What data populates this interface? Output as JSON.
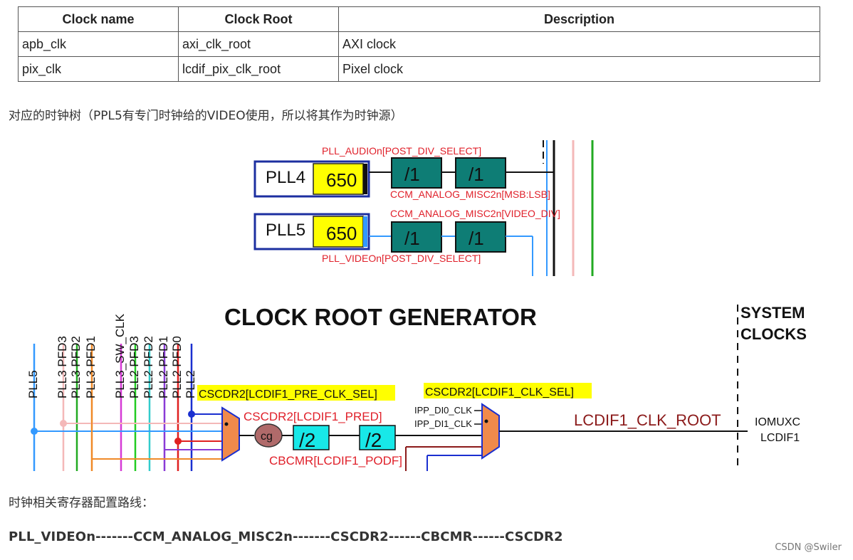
{
  "table": {
    "headers": [
      "Clock name",
      "Clock Root",
      "Description"
    ],
    "rows": [
      [
        "apb_clk",
        "axi_clk_root",
        "AXI clock"
      ],
      [
        "pix_clk",
        "lcdif_pix_clk_root",
        "Pixel clock"
      ]
    ]
  },
  "caption_tree": "对应的时钟树（PPL5有专门时钟给的VIDEO使用，所以将其作为时钟源）",
  "pll_diagram": {
    "pll4": {
      "name": "PLL4",
      "freq": "650"
    },
    "pll5": {
      "name": "PLL5",
      "freq": "650"
    },
    "div_label": "/1",
    "audio_select": "PLL_AUDIOn[POST_DIV_SELECT]",
    "misc2_msb": "CCM_ANALOG_MISC2n[MSB:LSB]",
    "misc2_video": "CCM_ANALOG_MISC2n[VIDEO_DIV]",
    "video_select": "PLL_VIDEOn[POST_DIV_SELECT]"
  },
  "root_diagram": {
    "title": "CLOCK ROOT GENERATOR",
    "system_clocks": [
      "SYSTEM",
      "CLOCKS"
    ],
    "sources": [
      "PLL5",
      "PLL3 PFD3",
      "PLL3 PFD2",
      "PLL3 PFD1",
      "PLL3_SW_CLK",
      "PLL2 PFD3",
      "PLL2 PFD2",
      "PLL2 PFD1",
      "PLL2 PFD0",
      "PLL2"
    ],
    "pre_clk_sel": "CSCDR2[LCDIF1_PRE_CLK_SEL]",
    "pred": "CSCDR2[LCDIF1_PRED]",
    "cg": "cg",
    "div2": "/2",
    "podf": "CBCMR[LCDIF1_PODF]",
    "clk_sel": "CSCDR2[LCDIF1_CLK_SEL]",
    "ipp_di0": "IPP_DI0_CLK",
    "ipp_di1": "IPP_DI1_CLK",
    "root_name": "LCDIF1_CLK_ROOT",
    "dest": [
      "IOMUXC",
      "LCDIF1"
    ]
  },
  "caption_path": "时钟相关寄存器配置路线：",
  "register_path": "PLL_VIDEOn-------CCM_ANALOG_MISC2n-------CSCDR2------CBCMR------CSCDR2",
  "watermark": "CSDN @Swiler",
  "colors": {
    "pll_box_border": "#1c2fa0",
    "freq_fill": "#ffff00",
    "divider_fill": "#0e7d75",
    "mux_fill": "#f08a4b",
    "cg_fill": "#b06a6a",
    "div2_fill": "#18e8e8",
    "highlight": "#ffff00",
    "label_red": "#e0202a"
  }
}
